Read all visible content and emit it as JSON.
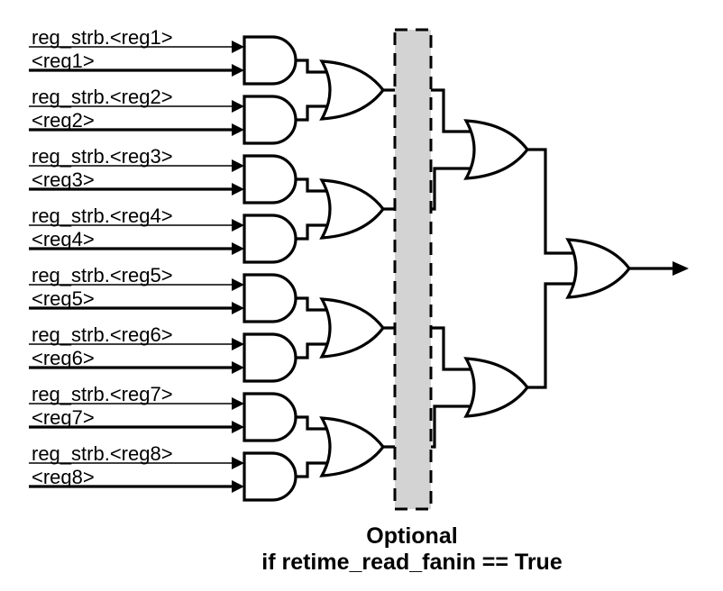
{
  "diagram": {
    "type": "logic-circuit",
    "inputs": [
      {
        "strobe_label": "reg_strb.<reg1>",
        "data_label": "<reg1>"
      },
      {
        "strobe_label": "reg_strb.<reg2>",
        "data_label": "<reg2>"
      },
      {
        "strobe_label": "reg_strb.<reg3>",
        "data_label": "<reg3>"
      },
      {
        "strobe_label": "reg_strb.<reg4>",
        "data_label": "<reg4>"
      },
      {
        "strobe_label": "reg_strb.<reg5>",
        "data_label": "<reg5>"
      },
      {
        "strobe_label": "reg_strb.<reg6>",
        "data_label": "<reg6>"
      },
      {
        "strobe_label": "reg_strb.<reg7>",
        "data_label": "<reg7>"
      },
      {
        "strobe_label": "reg_strb.<reg8>",
        "data_label": "<reg8>"
      }
    ],
    "gates": {
      "and_level_count": 8,
      "or_level1_count": 4,
      "or_level2_count": 2,
      "or_final_count": 1
    },
    "optional_region": {
      "caption_line1": "Optional",
      "caption_line2": "if retime_read_fanin == True"
    },
    "colors": {
      "stroke": "#000000",
      "optional_fill": "#d3d3d3",
      "background": "#ffffff"
    }
  }
}
